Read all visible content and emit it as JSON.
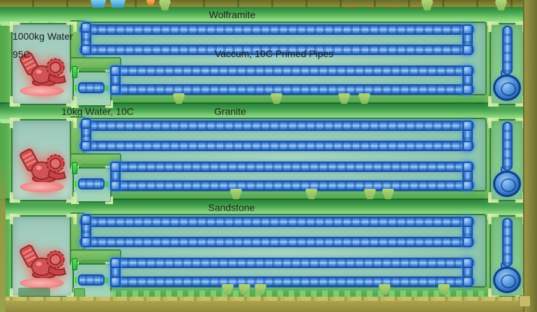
{
  "scene": {
    "game": "Oxygen Not Included",
    "overlay": "Plumbing",
    "description": "Three stacked test chambers with red liquid pumps, primed pipe loops and liquid vents"
  },
  "palette": {
    "field_green": "#54aa4b",
    "band_green_dark": "#27813a",
    "band_green_light": "#93df8b",
    "room_teal": "#8cc6ac",
    "pump_chamber_teal": "#aed3c4",
    "pipe_blue": "#5596e6",
    "pipe_outline": "#1d4f9e",
    "pump_red": "#d05050",
    "puddle_pink": "#f2a0a0",
    "port_green": "#35d148",
    "olive_top": "#7d8030",
    "olive_bottom": "#a89f4a",
    "ladder_orange": "#e89440",
    "decor_blue": "#54b8e4"
  },
  "bands": {
    "top": {
      "label": "Wolframite"
    },
    "mid": {
      "label": "Granite",
      "note": "10kg Water, 10C"
    },
    "low": {
      "label": "Sandstone"
    }
  },
  "sections": [
    {
      "name": "wolframite-chamber",
      "pump_note_line1": "1000kg Water",
      "pump_note_line2": "95C",
      "pipes_note": "Vaccum, 10C Primed Pipes"
    },
    {
      "name": "granite-chamber"
    },
    {
      "name": "sandstone-chamber"
    }
  ],
  "entities": {
    "pump": "liquid-pump",
    "vent": "liquid-vent",
    "bridge": "liquid-bridge",
    "pipes": "primed-pipe-loop"
  }
}
